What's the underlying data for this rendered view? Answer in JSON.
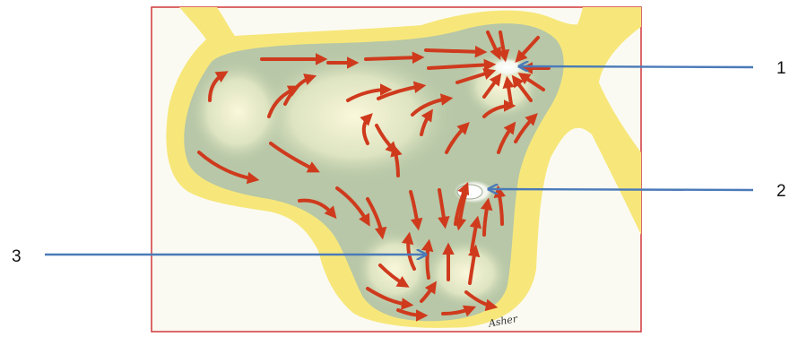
{
  "figure": {
    "colors": {
      "frame": "#d0393a",
      "background": "#fbfaf2",
      "outer_band": "#f7e77a",
      "cavity_fill": "#b7c7a7",
      "cavity_highlight": "#f7f4d6",
      "flow_arrow": "#cf3a1d",
      "callout_arrow": "#4a7ab8"
    },
    "callouts": [
      {
        "label": "1"
      },
      {
        "label": "2"
      },
      {
        "label": "3"
      }
    ],
    "signature": "Asher"
  }
}
